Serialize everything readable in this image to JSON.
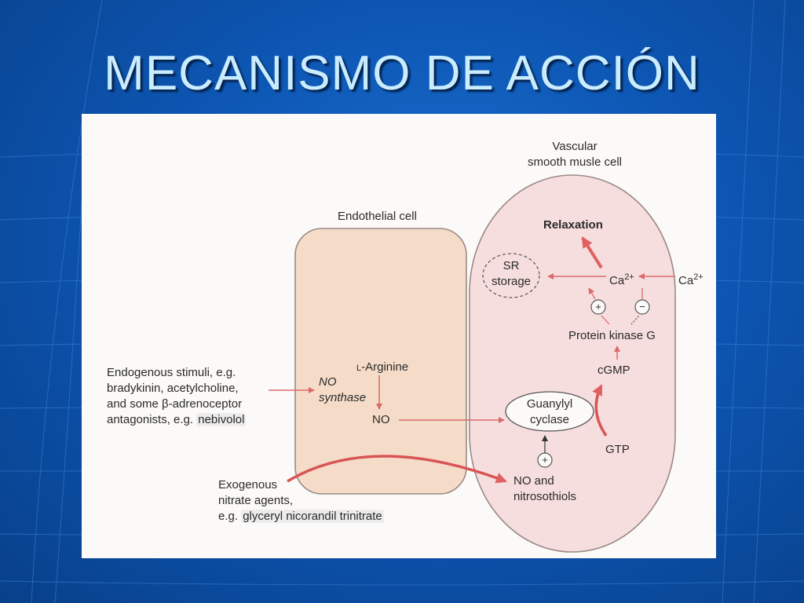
{
  "slide": {
    "title": "MECANISMO DE ACCIÓN"
  },
  "diagram": {
    "smooth_muscle_cell": {
      "line1": "Vascular",
      "line2": "smooth musle cell"
    },
    "endothelial_cell": "Endothelial cell",
    "relaxation": "Relaxation",
    "sr_storage": {
      "line1": "SR",
      "line2": "storage"
    },
    "ca_inner": {
      "base": "Ca",
      "sup": "2+"
    },
    "ca_outer": {
      "base": "Ca",
      "sup": "2+"
    },
    "plus_sign": "+",
    "minus_sign": "−",
    "protein_kinase_g": "Protein kinase G",
    "cgmp": "cGMP",
    "guanylyl_cyclase": {
      "line1": "Guanylyl",
      "line2": "cyclase"
    },
    "gtp": "GTP",
    "no_and_nitrosothiols": {
      "line1": "NO and",
      "line2": "nitrosothiols"
    },
    "l_arginine": {
      "prefix": "L",
      "text": "-Arginine"
    },
    "no_synthase": {
      "line1": "NO",
      "line2": "synthase"
    },
    "no": "NO",
    "endogenous": {
      "line1": "Endogenous stimuli, e.g.",
      "line2": "bradykinin, acetylcholine,",
      "line3_a": "and some ",
      "line3_beta": "β",
      "line3_b": "-adrenoceptor",
      "line4_a": "antagonists, e.g. ",
      "line4_hl": "nebivolol"
    },
    "exogenous": {
      "line1": "Exogenous",
      "line2": "nitrate agents,",
      "line3_a": "e.g. ",
      "line3_hl": "glyceryl nicorandil trinitrate"
    }
  }
}
